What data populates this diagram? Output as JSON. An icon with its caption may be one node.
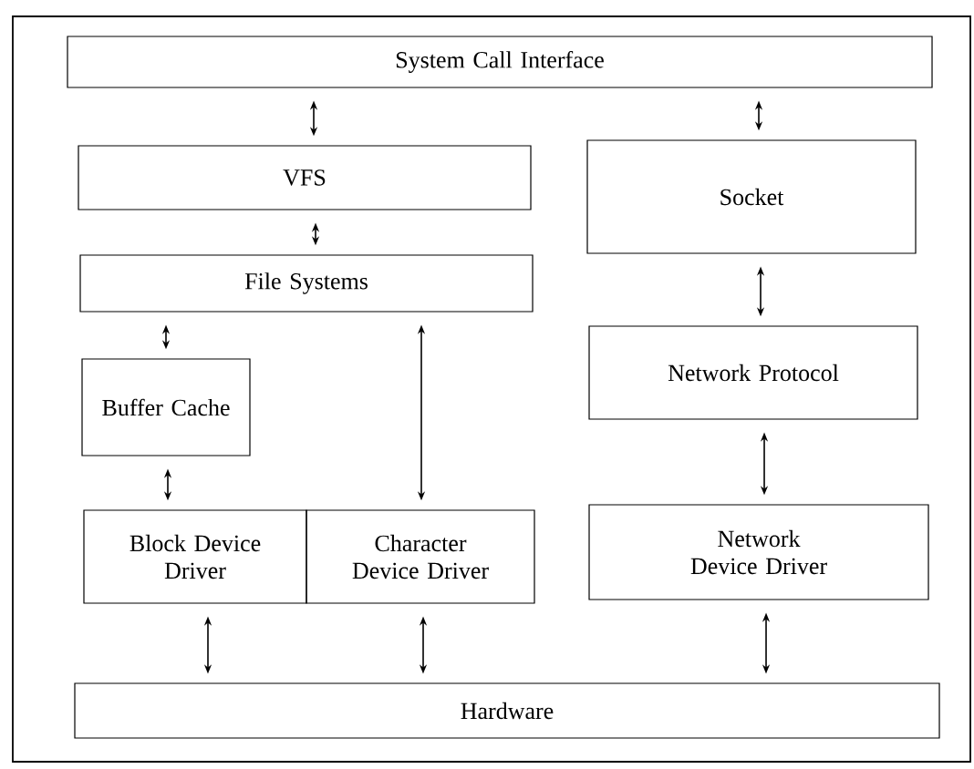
{
  "diagram": {
    "nodes": [
      {
        "text": [
          "System Call Interface"
        ]
      },
      {
        "text": [
          "VFS"
        ]
      },
      {
        "text": [
          "Socket"
        ]
      },
      {
        "text": [
          "File Systems"
        ]
      },
      {
        "text": [
          "Buffer Cache"
        ]
      },
      {
        "text": [
          "Network Protocol"
        ]
      },
      {
        "text": [
          "Block Device Driver"
        ]
      },
      {
        "text": [
          "Character Device Driver"
        ]
      },
      {
        "text": [
          "Network Device Driver"
        ]
      },
      {
        "text": [
          "Hardware"
        ]
      }
    ],
    "edges": [
      {
        "from": 0,
        "to": 1,
        "arrow": "both"
      },
      {
        "from": 0,
        "to": 2,
        "arrow": "both"
      },
      {
        "from": 1,
        "to": 3,
        "arrow": "both"
      },
      {
        "from": 2,
        "to": 5,
        "arrow": "both"
      },
      {
        "from": 3,
        "to": 4,
        "arrow": "both"
      },
      {
        "from": 3,
        "to": 7,
        "arrow": "both"
      },
      {
        "from": 4,
        "to": 6,
        "arrow": "both"
      },
      {
        "from": 5,
        "to": 8,
        "arrow": "both"
      },
      {
        "from": 6,
        "to": 9,
        "arrow": "both"
      },
      {
        "from": 7,
        "to": 9,
        "arrow": "both"
      },
      {
        "from": 8,
        "to": 9,
        "arrow": "both"
      }
    ]
  }
}
